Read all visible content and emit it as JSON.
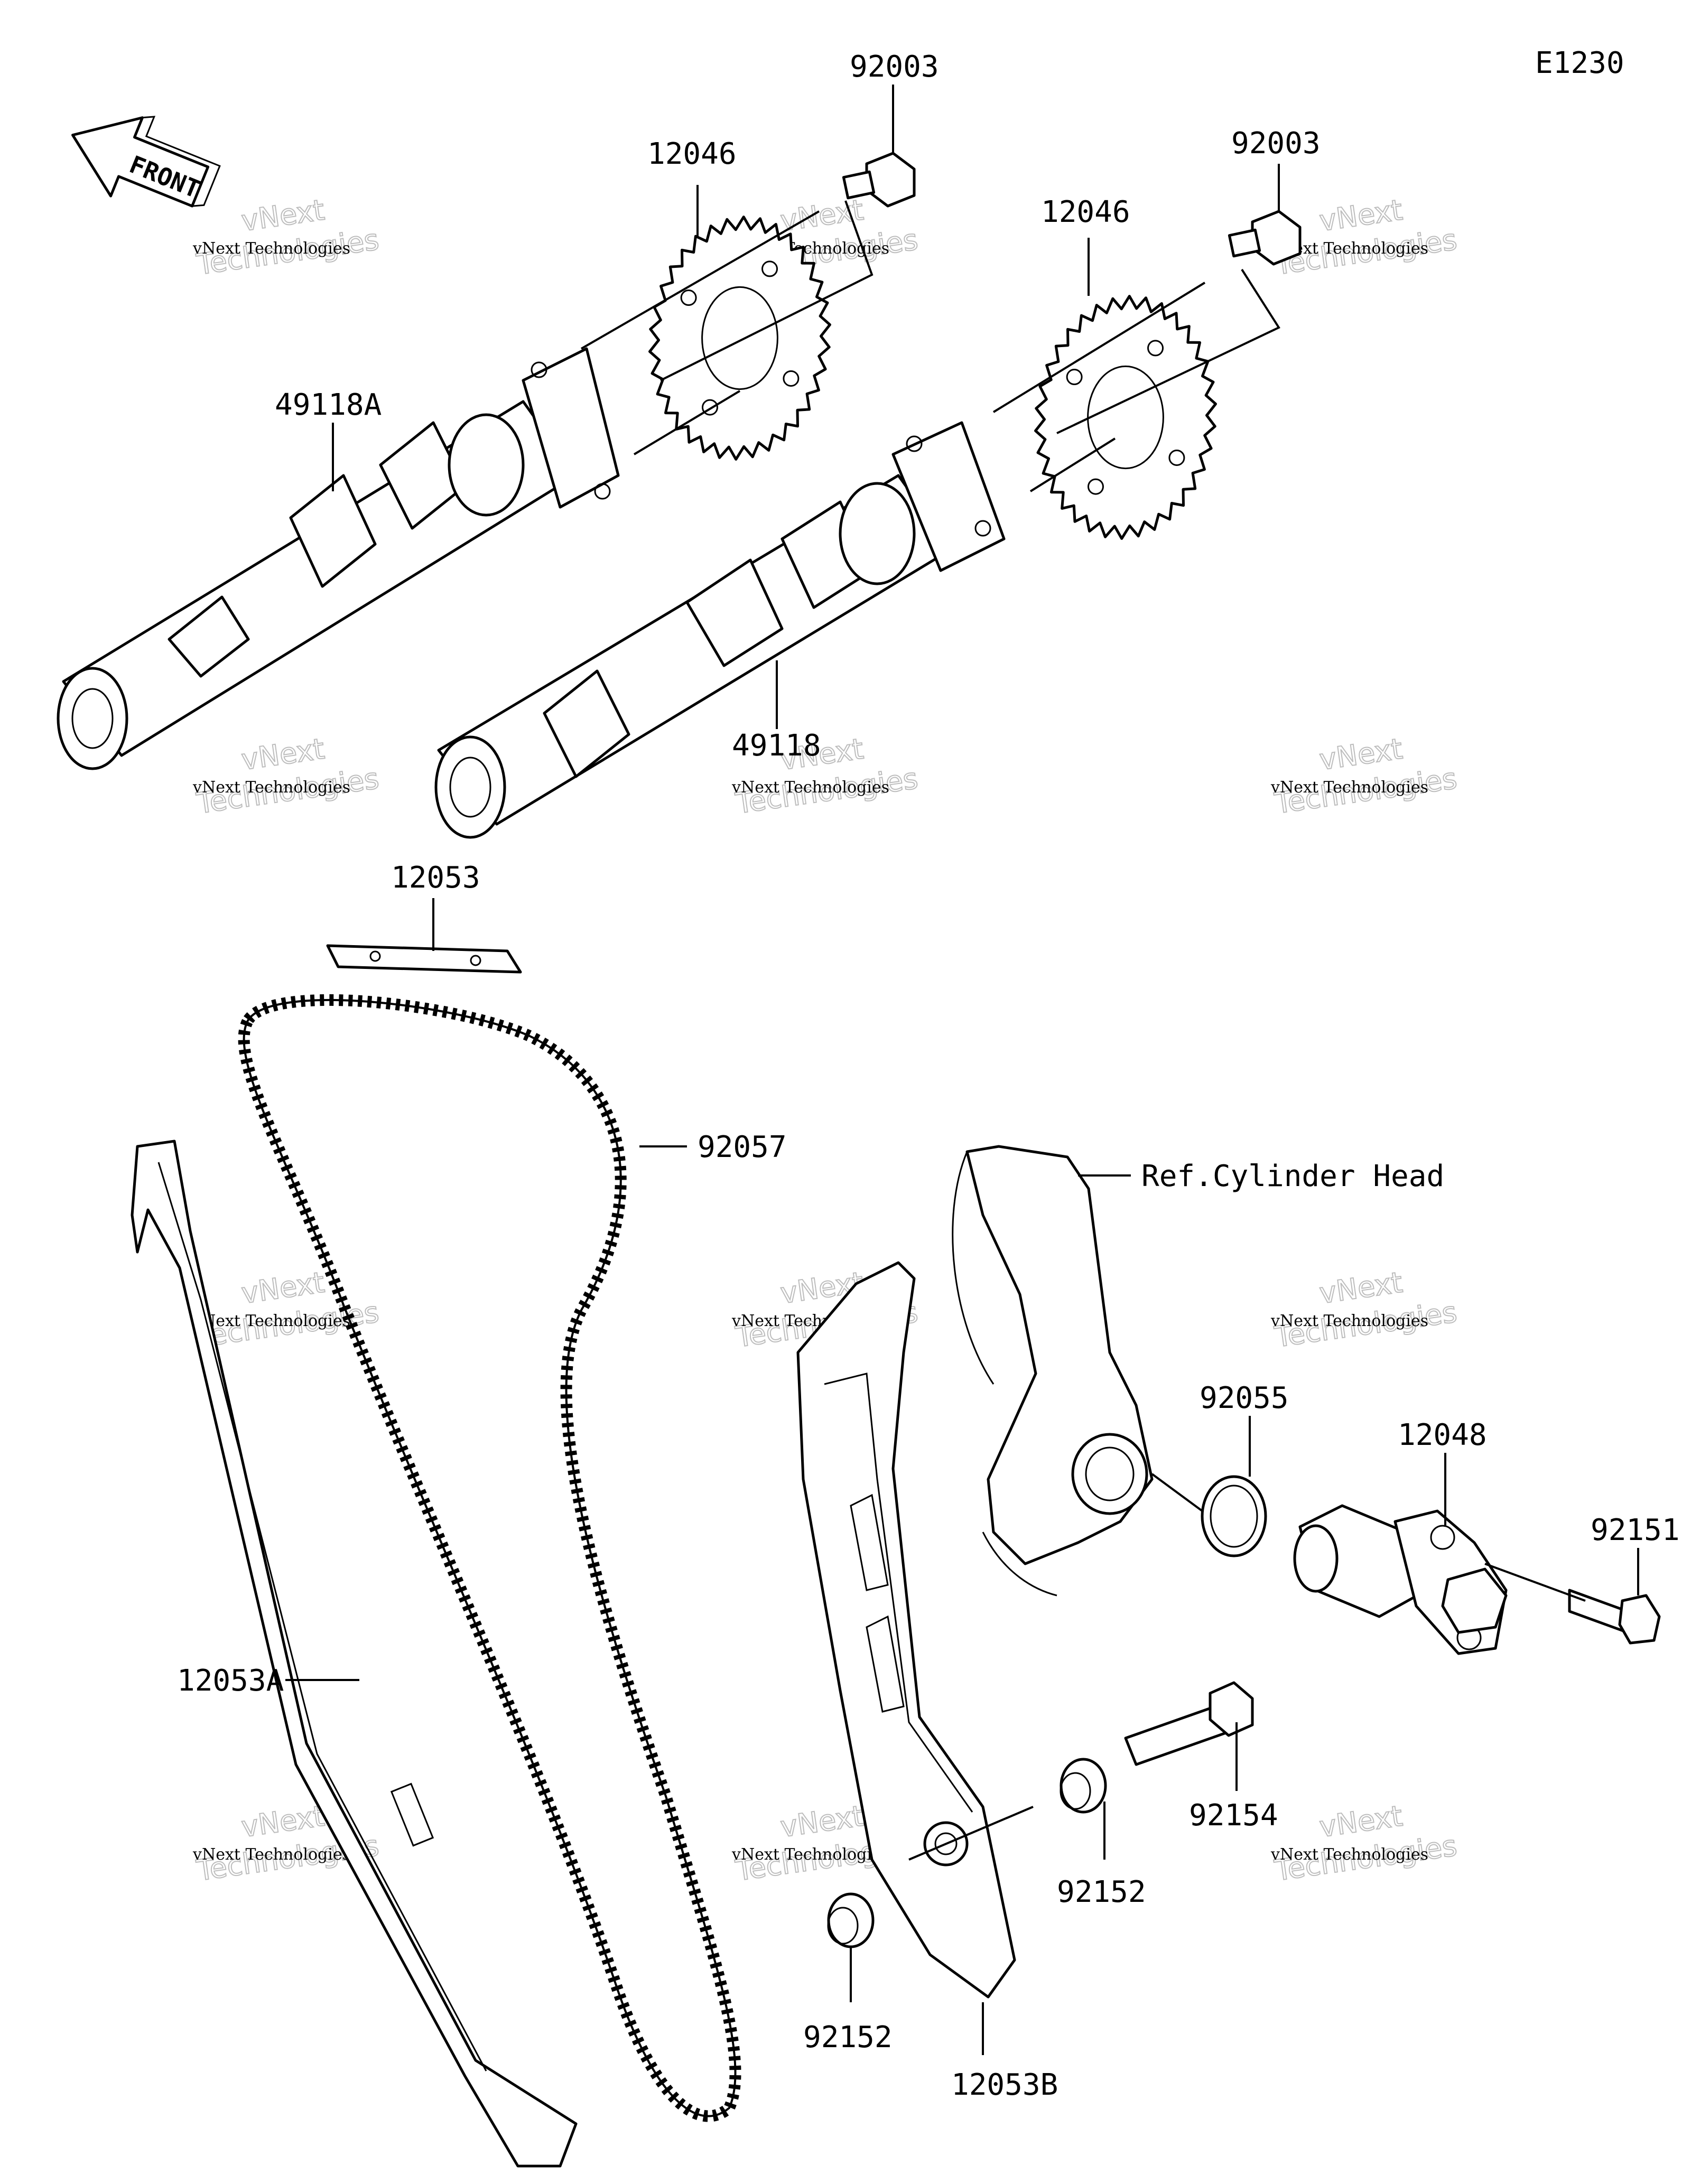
{
  "diagram_code": "E1230",
  "front_label": "FRONT",
  "ref_note": "Ref.Cylinder Head",
  "watermark": {
    "line1": "vNext Technologies",
    "line2": "Technologies",
    "overlay": "vNext"
  },
  "parts": [
    {
      "id": "p92003a",
      "number": "92003"
    },
    {
      "id": "p92003b",
      "number": "92003"
    },
    {
      "id": "p12046a",
      "number": "12046"
    },
    {
      "id": "p12046b",
      "number": "12046"
    },
    {
      "id": "p49118A",
      "number": "49118A"
    },
    {
      "id": "p49118",
      "number": "49118"
    },
    {
      "id": "p12053",
      "number": "12053"
    },
    {
      "id": "p92057",
      "number": "92057"
    },
    {
      "id": "p92055",
      "number": "92055"
    },
    {
      "id": "p12048",
      "number": "12048"
    },
    {
      "id": "p92151",
      "number": "92151"
    },
    {
      "id": "p12053A",
      "number": "12053A"
    },
    {
      "id": "p92154",
      "number": "92154"
    },
    {
      "id": "p92152a",
      "number": "92152"
    },
    {
      "id": "p92152b",
      "number": "92152"
    },
    {
      "id": "p12053B",
      "number": "12053B"
    }
  ]
}
